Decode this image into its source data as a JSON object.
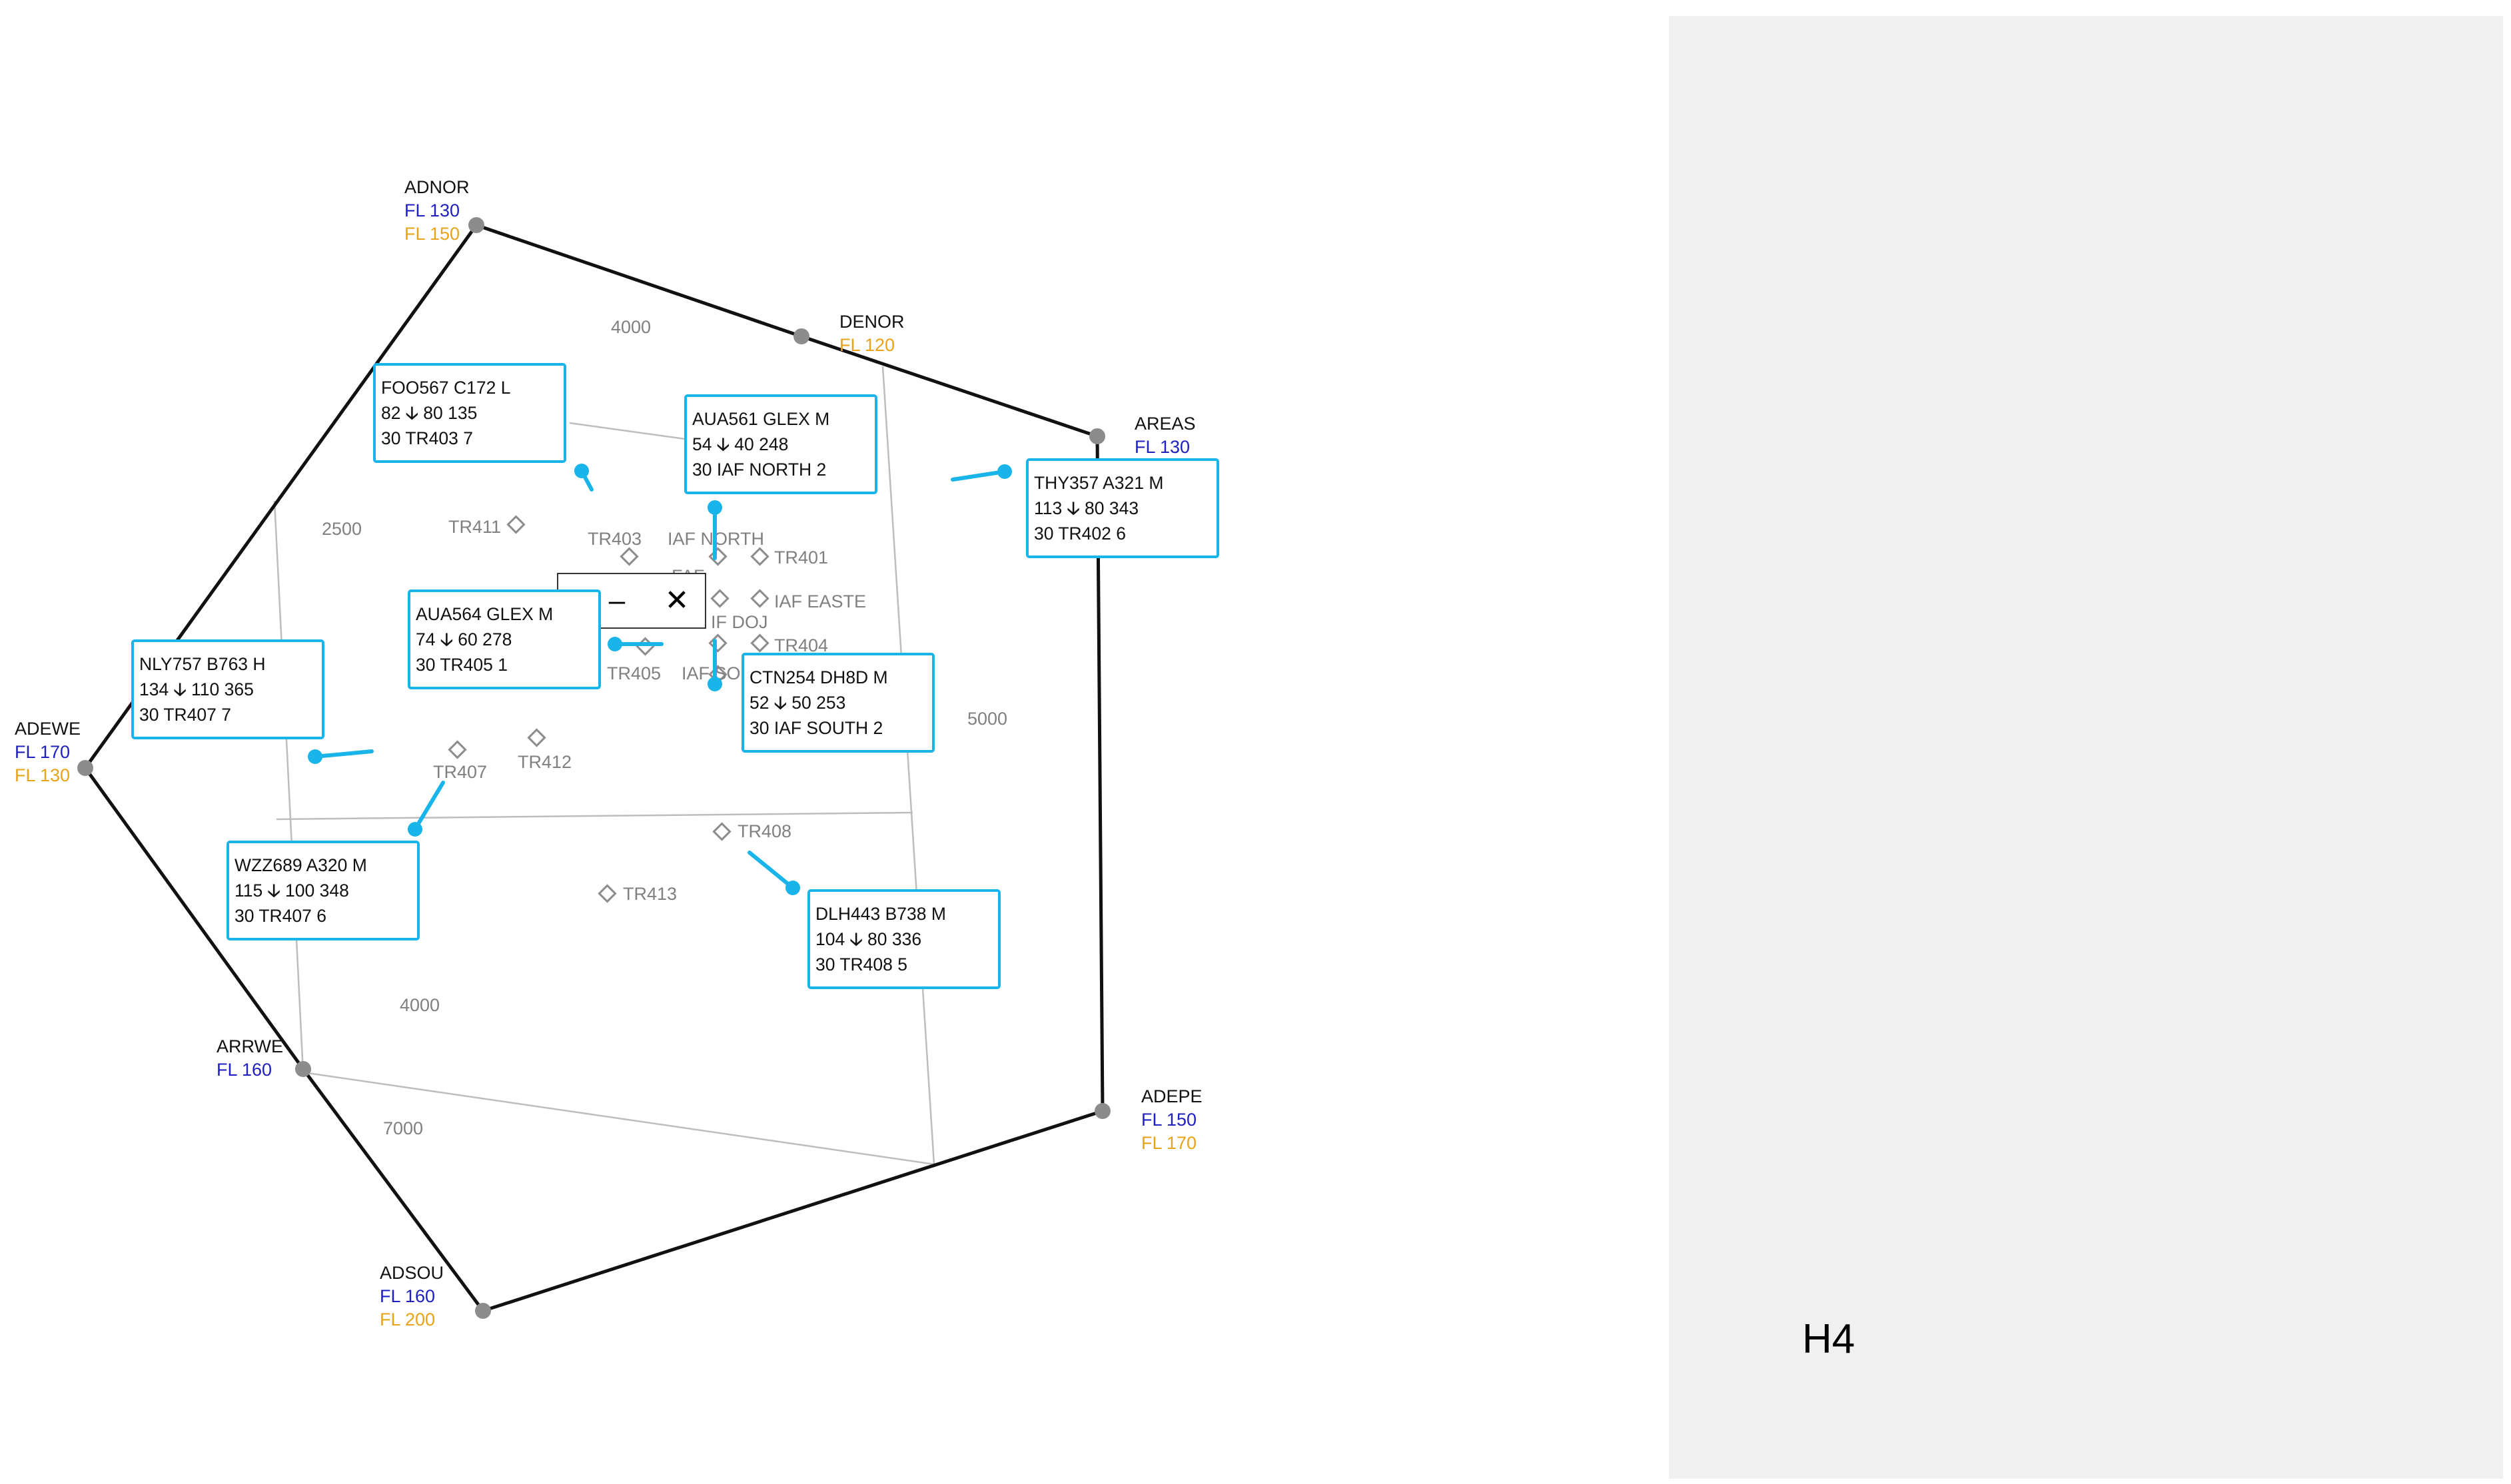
{
  "sector_points": [
    {
      "name": "ADNOR",
      "fl_blue": "FL 130",
      "fl_orange": "FL 150"
    },
    {
      "name": "DENOR",
      "fl_blue": "",
      "fl_orange": "FL 120"
    },
    {
      "name": "AREAS",
      "fl_blue": "FL 130",
      "fl_orange": ""
    },
    {
      "name": "ADEPE",
      "fl_blue": "FL 150",
      "fl_orange": "FL 170"
    },
    {
      "name": "ADSOU",
      "fl_blue": "FL 160",
      "fl_orange": "FL 200"
    },
    {
      "name": "ARRWE",
      "fl_blue": "FL 160",
      "fl_orange": ""
    },
    {
      "name": "ADEWE",
      "fl_blue": "FL 170",
      "fl_orange": "FL 130"
    }
  ],
  "altitudes": [
    "4000",
    "2500",
    "5000",
    "4000",
    "7000"
  ],
  "waypoints": [
    "TR411",
    "TR403",
    "IAF NORTH",
    "TR401",
    "FAF",
    "IAF EASTE",
    "IF DOJ",
    "TR404",
    "TR405",
    "IAF SOUTH",
    "TR407",
    "TR412",
    "TR408",
    "TR413"
  ],
  "aircraft": [
    {
      "line1": "FOO567 C172 L",
      "speed": "82",
      "level": "80 135",
      "line3": "30 TR403 7"
    },
    {
      "line1": "AUA561 GLEX M",
      "speed": "54",
      "level": "40 248",
      "line3": "30 IAF NORTH 2"
    },
    {
      "line1": "THY357 A321 M",
      "speed": "113",
      "level": "80 343",
      "line3": "30 TR402 6"
    },
    {
      "line1": "AUA564 GLEX M",
      "speed": "74",
      "level": "60 278",
      "line3": "30 TR405 1"
    },
    {
      "line1": "NLY757 B763 H",
      "speed": "134",
      "level": "110 365",
      "line3": "30 TR407 7"
    },
    {
      "line1": "CTN254 DH8D M",
      "speed": "52",
      "level": "50 253",
      "line3": "30 IAF SOUTH 2"
    },
    {
      "line1": "WZZ689 A320 M",
      "speed": "115",
      "level": "100 348",
      "line3": "30 TR407 6"
    },
    {
      "line1": "DLH443 B738 M",
      "speed": "104",
      "level": "80 336",
      "line3": "30 TR408 5"
    }
  ],
  "arrow_symbol": "🡣",
  "popup": {
    "minimize": "–",
    "close": "✕",
    "minimize_icon": "minimize-icon",
    "close_icon": "close-icon"
  },
  "panel": {
    "label": "H4"
  },
  "colors": {
    "label_blip": "#19b4ea",
    "fl_blue": "#2020c0",
    "fl_orange": "#e8a317",
    "sector_border": "#111111",
    "fix_point": "#8c8c8c",
    "map_line": "#bdbdbd",
    "map_text": "#808080",
    "panel_bg": "#f0f0f0"
  }
}
